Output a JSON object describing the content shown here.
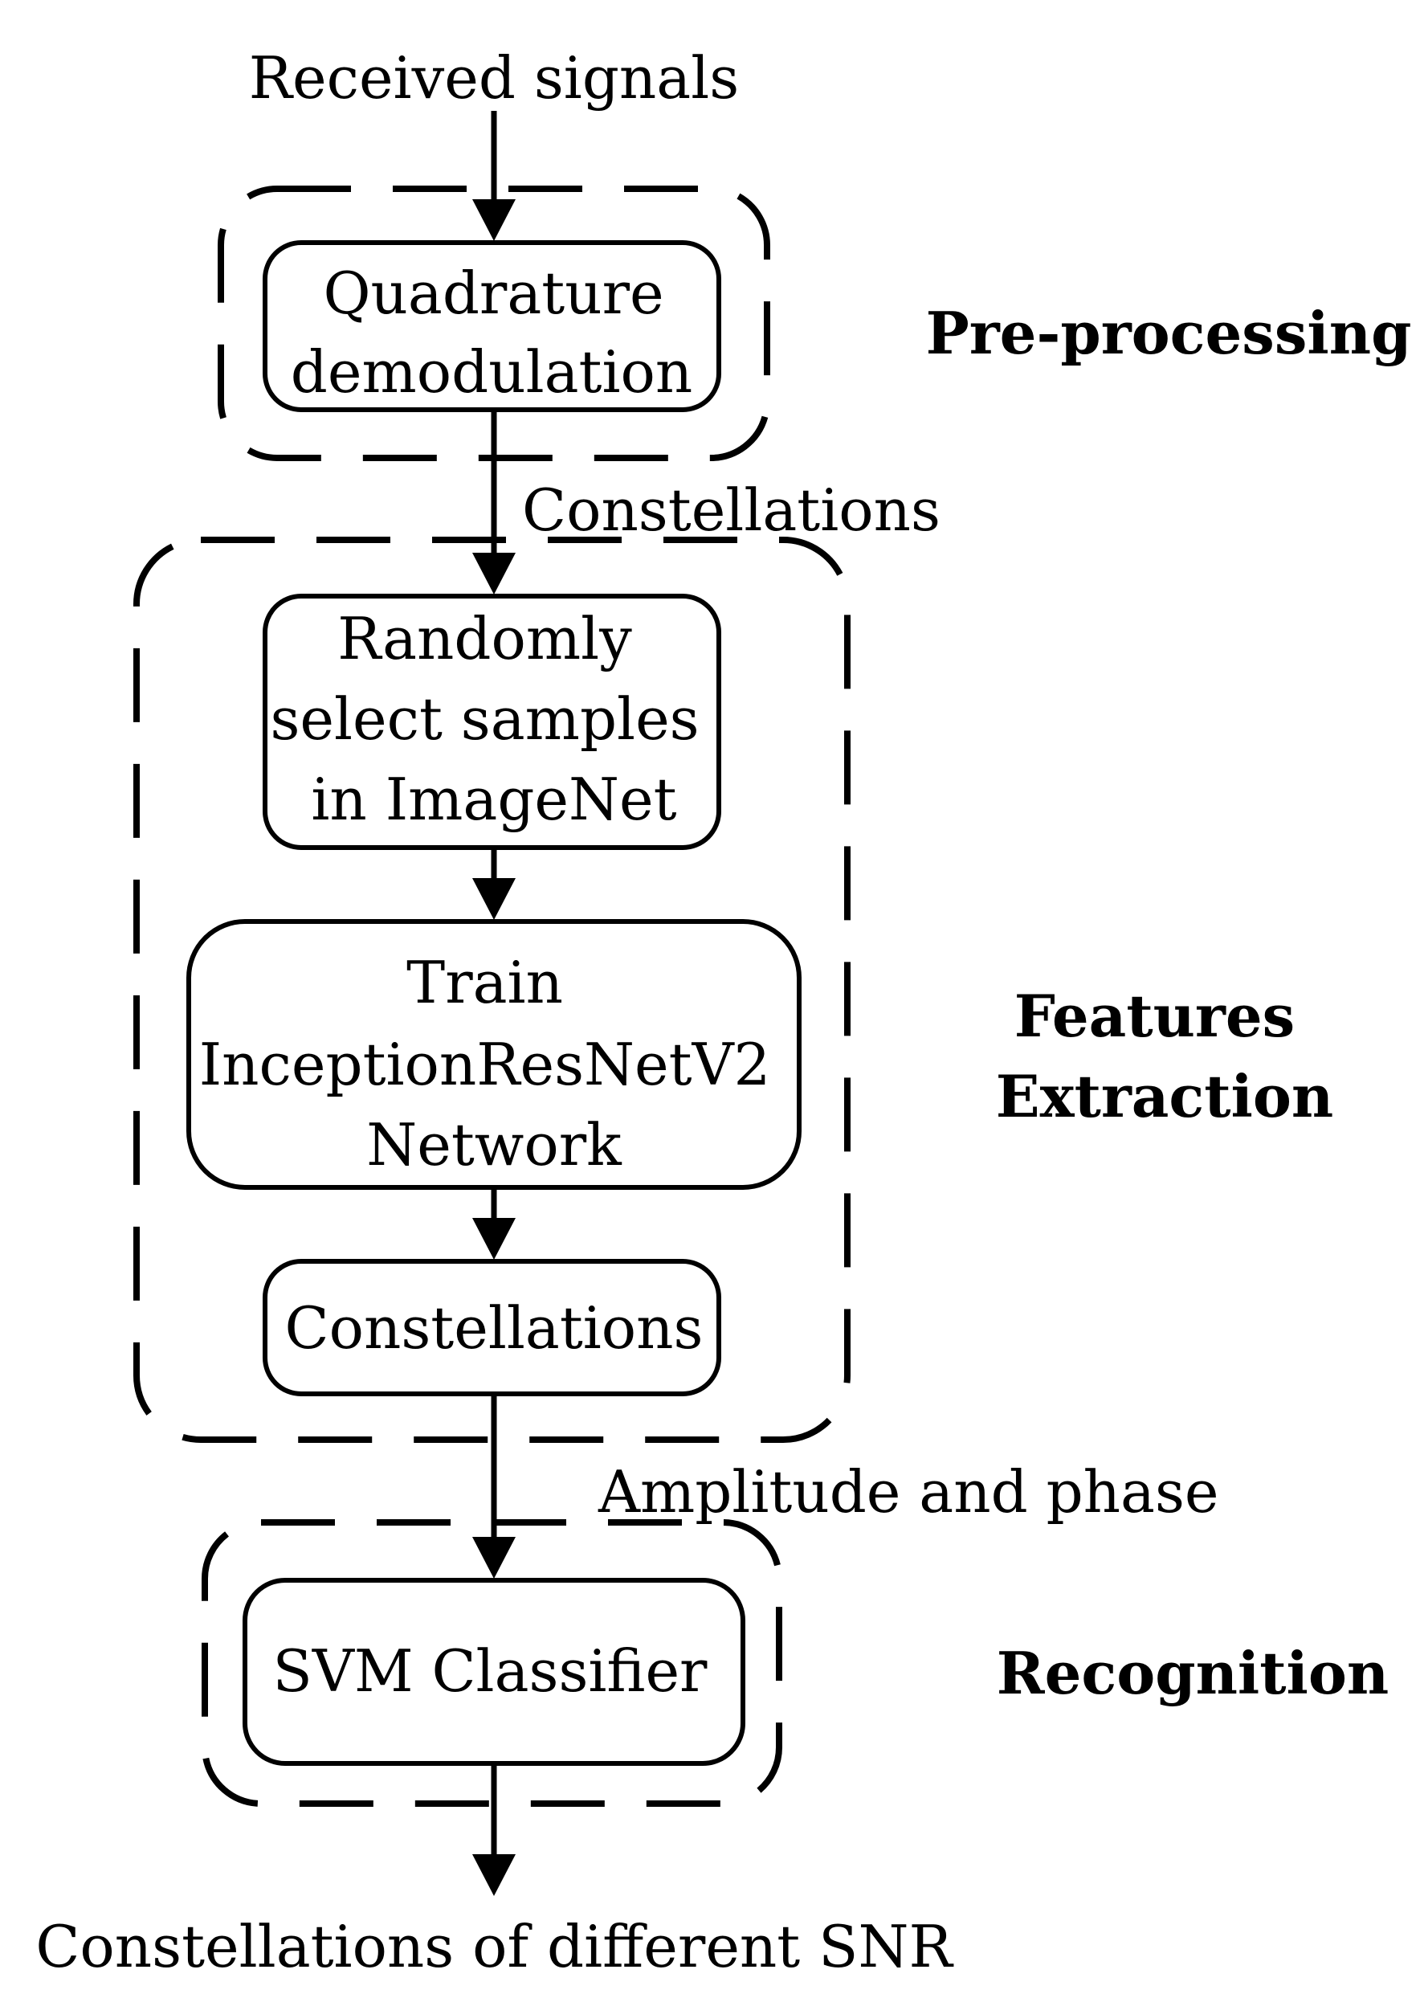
{
  "input_label": "Received signals",
  "output_label": "Constellations of different SNR",
  "edge_labels": {
    "after_preprocessing": "Constellations",
    "after_features": "Amplitude and phase"
  },
  "stages": {
    "preprocessing": "Pre-processing",
    "features": [
      "Features",
      "Extraction"
    ],
    "recognition": "Recognition"
  },
  "nodes": {
    "quadrature": [
      "Quadrature",
      "demodulation"
    ],
    "select_samples": [
      "Randomly",
      "select samples",
      "in ImageNet"
    ],
    "train_network": [
      "Train",
      "InceptionResNetV2",
      "Network"
    ],
    "constellations": [
      "Constellations"
    ],
    "svm": [
      "SVM Classifier"
    ]
  },
  "colors": {
    "ink": "#000000",
    "background": "#ffffff"
  }
}
